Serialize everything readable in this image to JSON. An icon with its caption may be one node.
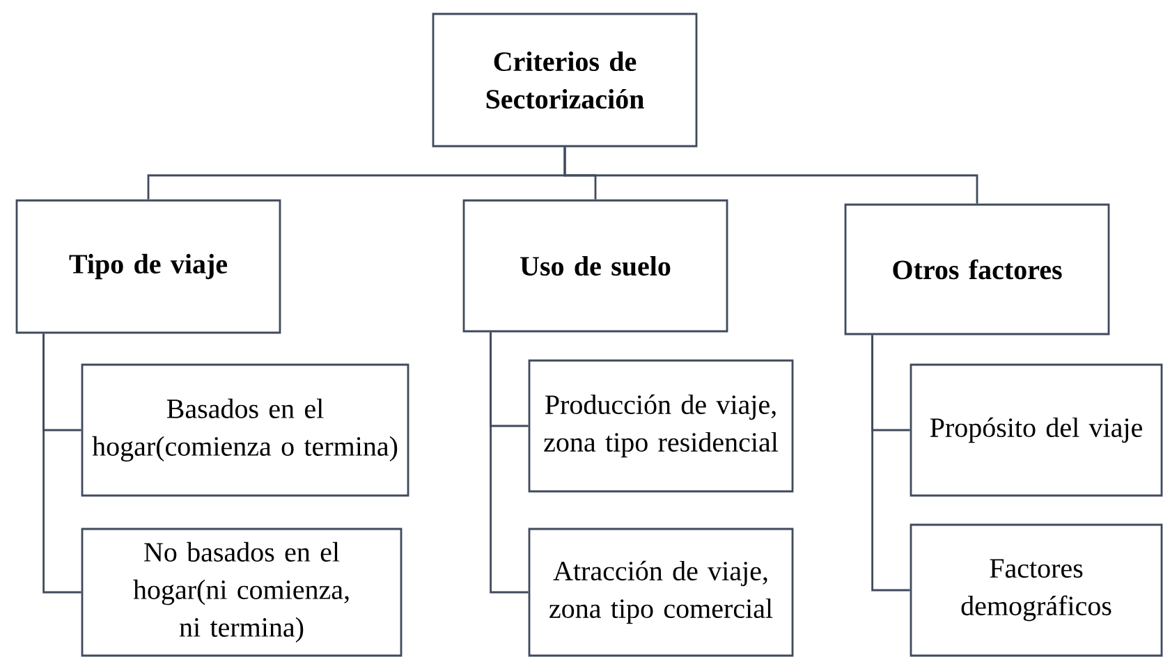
{
  "diagram": {
    "nodes": [
      {
        "text": [
          "Criterios de Sectorización"
        ]
      },
      {
        "text": [
          "Tipo de viaje"
        ]
      },
      {
        "text": [
          "Basados en el hogar(comienza o termina)"
        ]
      },
      {
        "text": [
          "No basados en el hogar(ni comienza, ni termina)"
        ]
      },
      {
        "text": [
          "Uso de suelo"
        ]
      },
      {
        "text": [
          "Producción de viaje, zona tipo residencial"
        ]
      },
      {
        "text": [
          "Atracción de viaje, zona tipo comercial"
        ]
      },
      {
        "text": [
          "Otros factores"
        ]
      },
      {
        "text": [
          "Propósito del viaje"
        ]
      },
      {
        "text": [
          "Factores demográficos"
        ]
      }
    ],
    "edges": [
      {
        "from": 0,
        "to": 1,
        "arrow": "none"
      },
      {
        "from": 0,
        "to": 4,
        "arrow": "none"
      },
      {
        "from": 0,
        "to": 7,
        "arrow": "none"
      },
      {
        "from": 1,
        "to": 2,
        "arrow": "none"
      },
      {
        "from": 1,
        "to": 3,
        "arrow": "none"
      },
      {
        "from": 4,
        "to": 5,
        "arrow": "none"
      },
      {
        "from": 4,
        "to": 6,
        "arrow": "none"
      },
      {
        "from": 7,
        "to": 8,
        "arrow": "none"
      },
      {
        "from": 7,
        "to": 9,
        "arrow": "none"
      }
    ]
  }
}
